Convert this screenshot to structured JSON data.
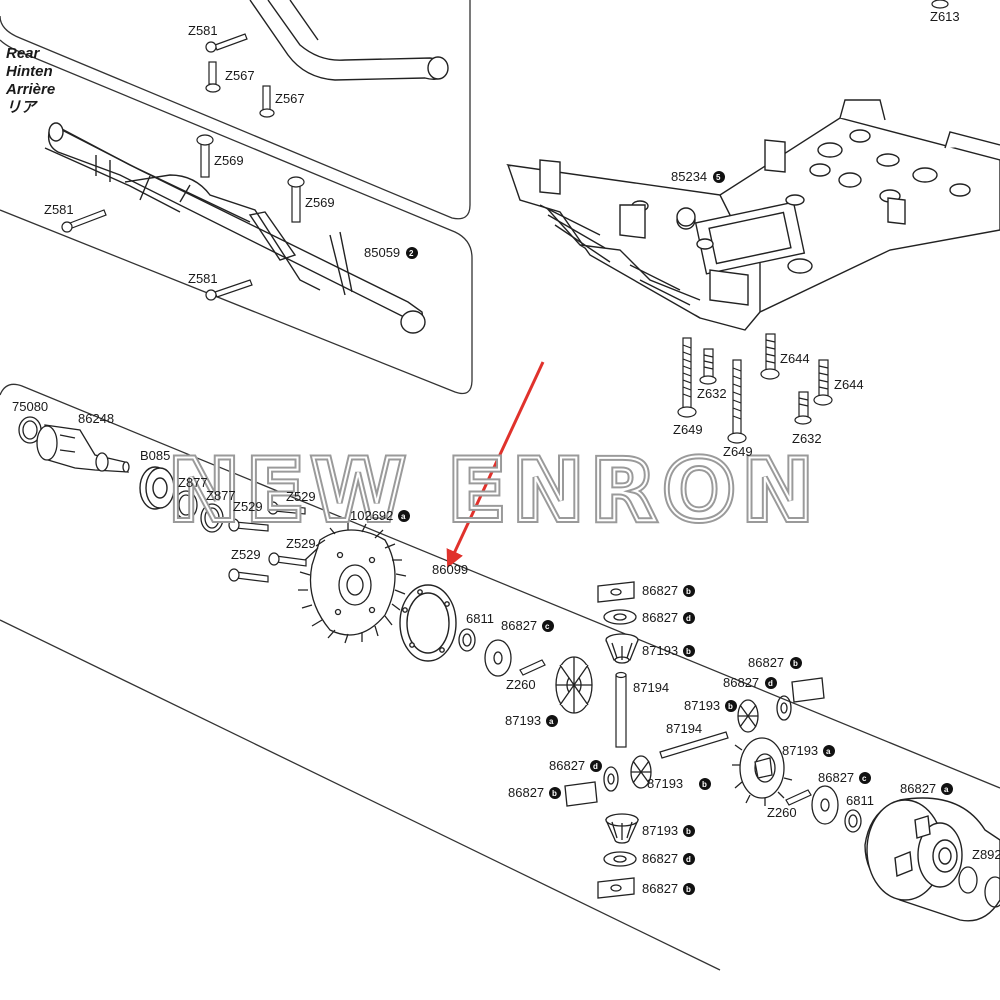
{
  "rear_heading": {
    "line1": "Rear",
    "line2": "Hinten",
    "line3": "Arrière",
    "line4": "リア"
  },
  "watermark": "NEW ENRON",
  "arrow_color": "#e0322c",
  "labels": {
    "z581_a": "Z581",
    "z567_a": "Z567",
    "z567_b": "Z567",
    "z569_a": "Z569",
    "z569_b": "Z569",
    "z581_b": "Z581",
    "z581_c": "Z581",
    "p85059": "85059",
    "p85059_badge": "2",
    "z613": "Z613",
    "p85234": "85234",
    "p85234_badge": "5",
    "z644_a": "Z644",
    "z644_b": "Z644",
    "z632_a": "Z632",
    "z632_b": "Z632",
    "z649_a": "Z649",
    "z649_b": "Z649",
    "p75080": "75080",
    "p86248": "86248",
    "b085": "B085",
    "z877_a": "Z877",
    "z877_b": "Z877",
    "z529_a": "Z529",
    "z529_b": "Z529",
    "z529_c": "Z529",
    "z529_d": "Z529",
    "p102692": "102692",
    "p102692_badge": "a",
    "p86099": "86099",
    "p6811_a": "6811",
    "p6811_b": "6811",
    "p86827_c1": "86827",
    "p86827_c1_badge": "c",
    "z260_a": "Z260",
    "z260_b": "Z260",
    "p87193_a1": "87193",
    "p87193_a1_badge": "a",
    "p86827_b1": "86827",
    "p86827_b1_badge": "b",
    "p86827_d1": "86827",
    "p86827_d1_badge": "d",
    "p87193_b1": "87193",
    "p87193_b1_badge": "b",
    "p87194_a": "87194",
    "p87194_b": "87194",
    "p86827_b2": "86827",
    "p86827_b2_badge": "b",
    "p86827_d2": "86827",
    "p86827_d2_badge": "d",
    "p87193_b2": "87193",
    "p87193_b2_badge": "b",
    "p87193_a2": "87193",
    "p87193_a2_badge": "a",
    "p86827_d3": "86827",
    "p86827_d3_badge": "d",
    "p86827_b3": "86827",
    "p86827_b3_badge": "b",
    "p87193_b3": "87193",
    "p87193_b3_badge": "b",
    "p86827_c2": "86827",
    "p86827_c2_badge": "c",
    "p86827_a": "86827",
    "p86827_a_badge": "a",
    "p87193_b4": "87193",
    "p87193_b4_badge": "b",
    "p86827_d4": "86827",
    "p86827_d4_badge": "d",
    "p86827_b4": "86827",
    "p86827_b4_badge": "b",
    "z892": "Z892"
  }
}
